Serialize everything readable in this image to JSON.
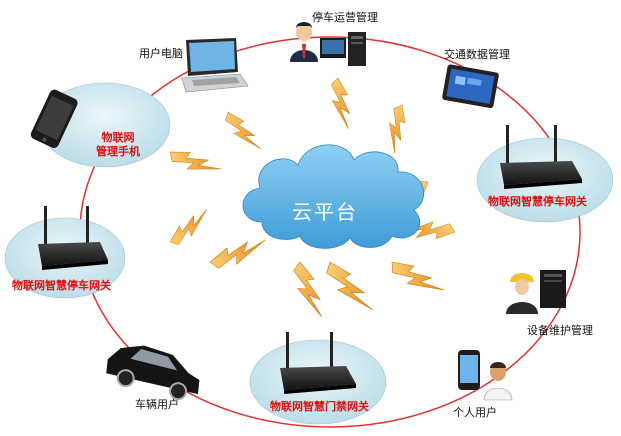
{
  "cloud": {
    "label": "云平台"
  },
  "nodes": {
    "parking_ops": "停车运营管理",
    "pc_user": "用户电脑",
    "traffic_data": "交通数据管理",
    "phone_line1": "物联网",
    "phone_line2": "管理手机",
    "gateway_parking_right": "物联网智慧停车网关",
    "gateway_parking_left": "物联网智慧停车网关",
    "device_maint": "设备维护管理",
    "gateway_door": "物联网智慧门禁网关",
    "vehicle_user": "车辆用户",
    "person_user": "个人用户"
  },
  "colors": {
    "ring": "#e03030",
    "cloud": "#5fb6e8",
    "bolt": "#f0a030",
    "ellipse": "#cde6ee",
    "label_red": "#e01010"
  },
  "icons": [
    "cloud-icon",
    "router-icon",
    "laptop-icon",
    "smartphone-icon",
    "tablet-icon",
    "server-icon",
    "manager-icon",
    "engineer-icon",
    "car-icon",
    "lightning-icon"
  ]
}
